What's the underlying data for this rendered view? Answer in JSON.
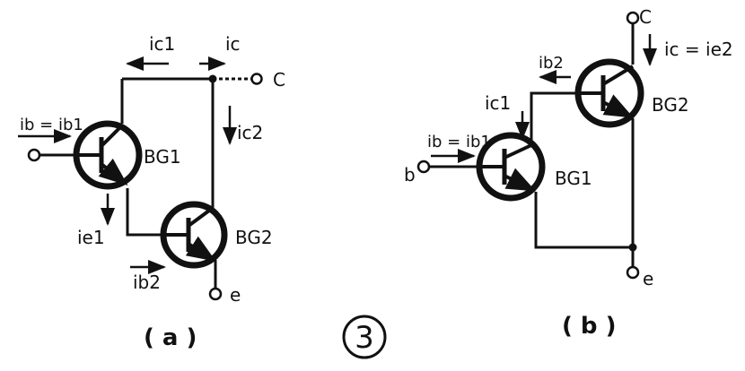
{
  "colors": {
    "ink": "#111111",
    "background": "#ffffff"
  },
  "figure_number": "3",
  "circuit_a": {
    "caption": "( a )",
    "labels": {
      "ic1": "ic1",
      "ic": "ic",
      "c": "C",
      "ib_eq_ib1": "ib = ib1",
      "bg1": "BG1",
      "ic2": "ic2",
      "ie1": "ie1",
      "bg2": "BG2",
      "ib2": "ib2",
      "e": "e"
    }
  },
  "circuit_b": {
    "caption": "( b )",
    "labels": {
      "c": "C",
      "ic_eq_ie2": "ic = ie2",
      "ib2": "ib2",
      "bg2": "BG2",
      "ic1": "ic1",
      "ib_eq_ib1": "ib = ib1",
      "b": "b",
      "bg1": "BG1",
      "e": "e"
    }
  }
}
